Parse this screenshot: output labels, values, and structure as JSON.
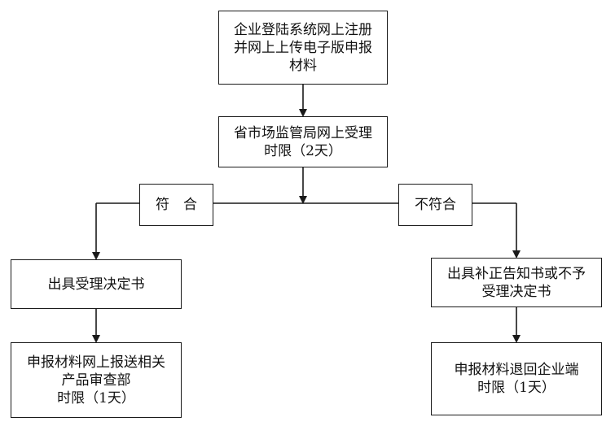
{
  "nodes": {
    "submit": {
      "lines": [
        "企业登陆系统网上注册",
        "并网上上传电子版申报",
        "材料"
      ]
    },
    "accept": {
      "lines": [
        "省市场监管局网上受理",
        "时限（2天）"
      ]
    },
    "yes": {
      "lines": [
        "符　合"
      ]
    },
    "no": {
      "lines": [
        "不符合"
      ]
    },
    "decision": {
      "lines": [
        "出具受理决定书"
      ]
    },
    "notice": {
      "lines": [
        "出具补正告知书或不予",
        "受理决定书"
      ]
    },
    "review": {
      "lines": [
        "申报材料网上报送相关",
        "产品审查部",
        "时限（1天）"
      ]
    },
    "return": {
      "lines": [
        "申报材料退回企业端",
        "时限（1天）"
      ]
    }
  },
  "colors": {
    "stroke": "#1a1a1a",
    "fill": "#ffffff"
  }
}
